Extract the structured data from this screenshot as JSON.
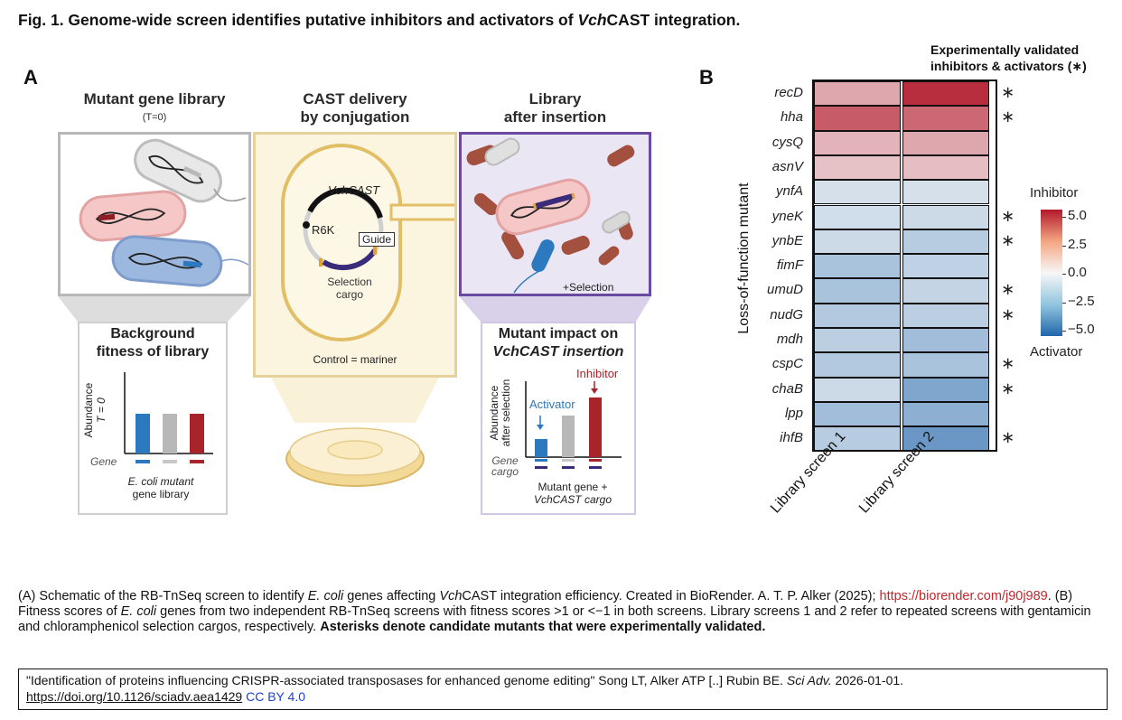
{
  "figure": {
    "title_prefix": "Fig. 1. Genome-wide screen identifies putative inhibitors and activators of ",
    "title_italic": "Vch",
    "title_suffix": "CAST integration."
  },
  "panel_a": {
    "label": "A",
    "col1_title": "Mutant gene library",
    "col1_sub": "(T=0)",
    "col2_title_l1": "CAST delivery",
    "col2_title_l2": "by conjugation",
    "col3_title_l1": "Library",
    "col3_title_l2": "after insertion",
    "plasmid_vch": "VchCAST",
    "plasmid_r6k": "R6K",
    "plasmid_guide": "Guide",
    "plasmid_cargo_l1": "Selection",
    "plasmid_cargo_l2": "cargo",
    "control": "Control = mariner",
    "plus_selection": "+Selection",
    "bg_title_l1": "Background",
    "bg_title_l2": "fitness of library",
    "bg_ylabel_l1": "Abundance",
    "bg_ylabel_l2": "T = 0",
    "bg_gene": "Gene",
    "bg_caption_l1": "E. coli mutant",
    "bg_caption_l2": "gene library",
    "mi_title_l1": "Mutant impact on",
    "mi_title_l2": "VchCAST insertion",
    "mi_ylabel_l1": "Abundance",
    "mi_ylabel_l2": "after selection",
    "mi_activator": "Activator",
    "mi_inhibitor": "Inhibitor",
    "mi_gene": "Gene",
    "mi_cargo": "cargo",
    "mi_caption_l1": "Mutant gene +",
    "mi_caption_l2": "VchCAST cargo",
    "colors": {
      "blue": "#2c79bf",
      "gray": "#b8b8b8",
      "red": "#a8232a"
    }
  },
  "panel_b": {
    "label": "B",
    "header_l1": "Experimentally validated",
    "header_l2": "inhibitors & activators (∗)",
    "ylabel": "Loss-of-function mutant",
    "legend_top": "Inhibitor",
    "legend_bottom": "Activator",
    "legend_ticks": [
      "5.0",
      "2.5",
      "0.0",
      "−2.5",
      "−5.0"
    ],
    "asterisk": "∗"
  },
  "chart_data": {
    "type": "heatmap",
    "columns": [
      "Library screen 1",
      "Library screen 2"
    ],
    "rows": [
      "recD",
      "hha",
      "cysQ",
      "asnV",
      "ynfA",
      "yneK",
      "ynbE",
      "fimF",
      "umuD",
      "nudG",
      "mdh",
      "cspC",
      "chaB",
      "lpp",
      "ihfB"
    ],
    "values": [
      [
        1.8,
        4.5
      ],
      [
        3.5,
        3.2
      ],
      [
        1.5,
        1.8
      ],
      [
        1.2,
        1.3
      ],
      [
        -0.8,
        -0.8
      ],
      [
        -0.9,
        -1.0
      ],
      [
        -1.0,
        -1.5
      ],
      [
        -1.8,
        -1.3
      ],
      [
        -1.8,
        -1.2
      ],
      [
        -1.6,
        -1.4
      ],
      [
        -1.4,
        -2.0
      ],
      [
        -1.6,
        -1.8
      ],
      [
        -1.0,
        -2.8
      ],
      [
        -2.0,
        -2.5
      ],
      [
        -1.5,
        -3.3
      ]
    ],
    "validated": [
      true,
      true,
      false,
      false,
      false,
      true,
      true,
      false,
      true,
      true,
      false,
      true,
      true,
      false,
      true
    ],
    "colorbar_range": [
      -5.0,
      5.0
    ],
    "colormap": "blue-white-red"
  },
  "caption": {
    "t1": "(A) Schematic of the RB-TnSeq screen to identify ",
    "t2": "E. coli",
    "t3": " genes affecting ",
    "t4": "Vch",
    "t5": "CAST integration efficiency. Created in BioRender. A. T. P. Alker (2025); ",
    "link": "https://biorender.com/j90j989",
    "t6": ". (B) Fitness scores of ",
    "t7": "E. coli",
    "t8": " genes from two independent RB-TnSeq screens with fitness scores >1 or <−1 in both screens. Library screens 1 and 2 refer to repeated screens with gentamicin and chloramphenicol selection cargos, respectively. ",
    "bold": "Asterisks denote candidate mutants that were experimentally validated."
  },
  "citation": {
    "text": "\"Identification of proteins influencing CRISPR-associated transposases for enhanced genome editing\" Song LT, Alker ATP [..] Rubin BE. ",
    "journal": "Sci Adv.",
    "date": " 2026-01-01. ",
    "doi": "https://doi.org/10.1126/sciadv.aea1429",
    "license": "CC BY 4.0"
  }
}
